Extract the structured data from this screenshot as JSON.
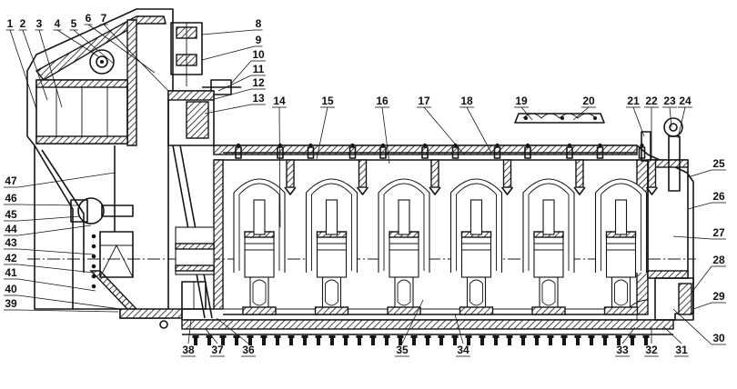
{
  "figure": {
    "callouts": [
      "1",
      "2",
      "3",
      "4",
      "5",
      "6",
      "7",
      "8",
      "9",
      "10",
      "11",
      "12",
      "13",
      "14",
      "15",
      "16",
      "17",
      "18",
      "19",
      "20",
      "21",
      "22",
      "23",
      "24",
      "25",
      "26",
      "27",
      "28",
      "29",
      "30",
      "31",
      "32",
      "33",
      "34",
      "35",
      "36",
      "37",
      "38",
      "39",
      "40",
      "41",
      "42",
      "43",
      "44",
      "45",
      "46",
      "47"
    ],
    "cylinder_count": 6,
    "bottom_bolt_count": 34,
    "colors": {
      "ink": "#151515",
      "paper": "#ffffff"
    }
  }
}
